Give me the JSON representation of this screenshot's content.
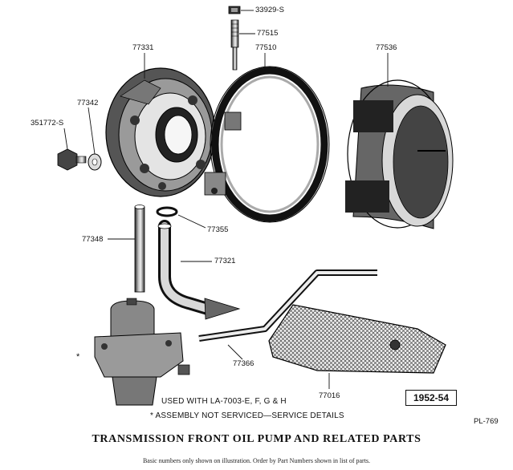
{
  "part_labels": {
    "p33929s": "33929-S",
    "p77515": "77515",
    "p77331": "77331",
    "p77510": "77510",
    "p77536": "77536",
    "p77342": "77342",
    "p351772s": "351772-S",
    "p77348": "77348",
    "p77355": "77355",
    "p77321": "77321",
    "p77366": "77366",
    "p77016": "77016",
    "asterisk": "*"
  },
  "notes": {
    "used_with": "USED WITH LA-7003-E, F, G & H",
    "assembly": "* ASSEMBLY NOT SERVICED—SERVICE DETAILS"
  },
  "year_box": "1952-54",
  "plate_id": "PL-769",
  "title": "TRANSMISSION FRONT OIL PUMP AND RELATED PARTS",
  "footnote": "Basic numbers only shown on illustration.   Order by Part Numbers shown in list of parts."
}
